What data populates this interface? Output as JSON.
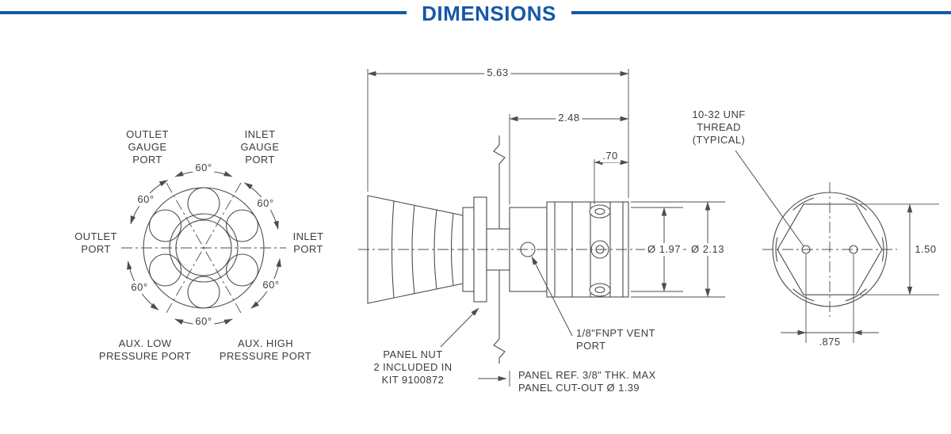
{
  "title": "DIMENSIONS",
  "colors": {
    "accent_blue": "#1558a7",
    "drawing_line": "#4d4d4d",
    "label_text": "#3d3d3d"
  },
  "front_view": {
    "outlet_gauge_port": "OUTLET\nGAUGE\nPORT",
    "inlet_gauge_port": "INLET\nGAUGE\nPORT",
    "outlet_port": "OUTLET\nPORT",
    "inlet_port": "INLET\nPORT",
    "aux_low": "AUX. LOW\nPRESSURE PORT",
    "aux_high": "AUX. HIGH\nPRESSURE PORT",
    "angle": "60°"
  },
  "side_view": {
    "dim_overall": "5.63",
    "dim_body": "2.48",
    "dim_port": ".70",
    "dim_dia_inner": "Ø 1.97",
    "dim_dia_outer": "Ø 2.13",
    "panel_nut_note": "PANEL NUT\n2 INCLUDED IN\nKIT 9100872",
    "vent_note": "1/8\"FNPT VENT\nPORT",
    "panel_note": "PANEL REF. 3/8\" THK. MAX\nPANEL CUT-OUT  Ø 1.39"
  },
  "rear_view": {
    "thread_note": "10-32 UNF\nTHREAD\n(TYPICAL)",
    "dim_across": "1.50",
    "dim_holes": ".875"
  }
}
